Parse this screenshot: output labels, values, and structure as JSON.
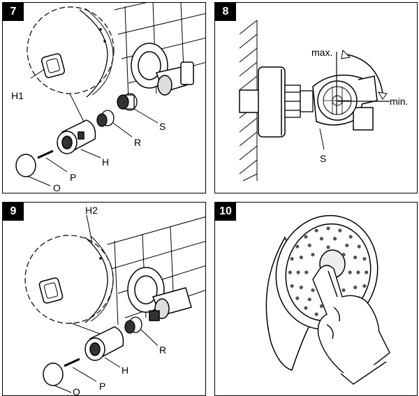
{
  "panels": [
    {
      "number": "7",
      "labels": {
        "h1": "H1",
        "s": "S",
        "r": "R",
        "h": "H",
        "p": "P",
        "o": "O"
      }
    },
    {
      "number": "8",
      "labels": {
        "max": "max.",
        "min": "min.",
        "s": "S"
      }
    },
    {
      "number": "9",
      "labels": {
        "h2": "H2",
        "r": "R",
        "h": "H",
        "p": "P",
        "o": "O"
      }
    },
    {
      "number": "10",
      "labels": {}
    }
  ]
}
